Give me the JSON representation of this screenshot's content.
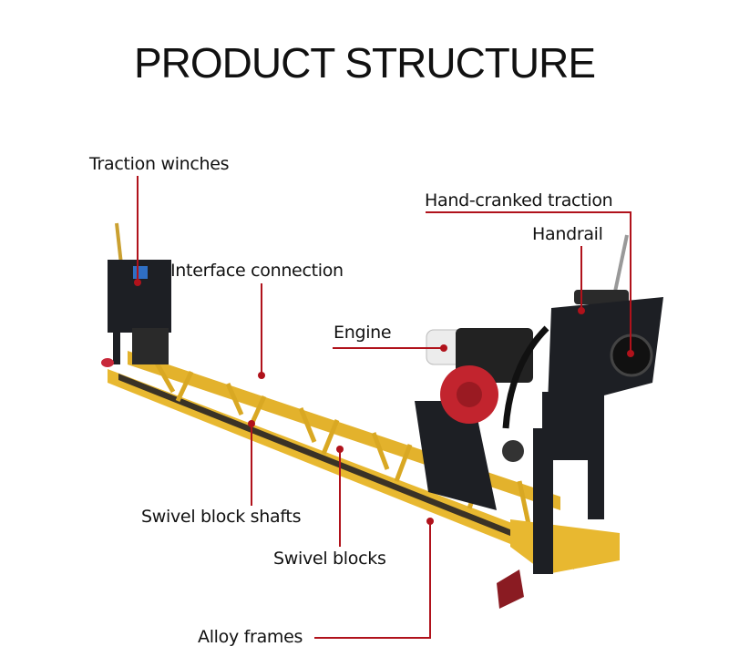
{
  "title": "PRODUCT STRUCTURE",
  "labels": {
    "traction_winches": "Traction winches",
    "interface_connection": "Interface connection",
    "engine": "Engine",
    "hand_cranked_traction": "Hand-cranked traction",
    "handrail": "Handrail",
    "swivel_block_shafts": "Swivel block shafts",
    "swivel_blocks": "Swivel blocks",
    "alloy_frames": "Alloy frames"
  },
  "colors": {
    "leader": "#b0121b",
    "frame": "#e8b830",
    "steel": "#1d1f24",
    "engine_red": "#c2242e"
  }
}
